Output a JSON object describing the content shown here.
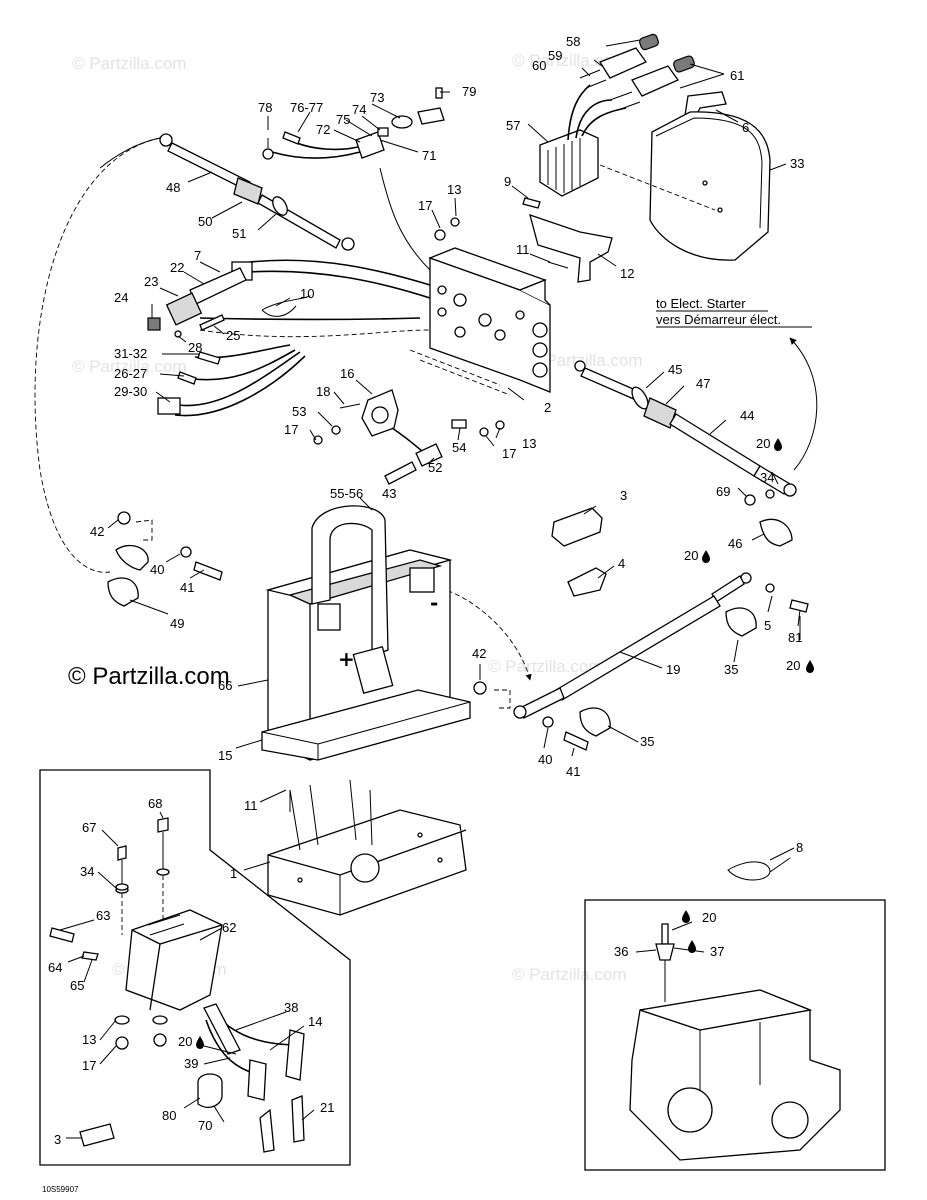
{
  "watermark": {
    "text": "© Partzilla.com",
    "main_text": "© Partzilla.com"
  },
  "notes": {
    "starter_en": "to Elect. Starter",
    "starter_fr": "vers Démarreur élect."
  },
  "symbols": {
    "plus": "+",
    "minus": "-"
  },
  "diagram_code": "10S59907",
  "callouts": [
    "58",
    "59",
    "60",
    "61",
    "79",
    "78",
    "76-77",
    "73",
    "74",
    "75",
    "72",
    "71",
    "6",
    "57",
    "33",
    "9",
    "13",
    "17",
    "48",
    "50",
    "51",
    "11",
    "12",
    "7",
    "22",
    "23",
    "10",
    "24",
    "25",
    "28",
    "31-32",
    "26-27",
    "29-30",
    "16",
    "18",
    "53",
    "17",
    "54",
    "52",
    "13",
    "17",
    "2",
    "45",
    "47",
    "44",
    "20",
    "34",
    "69",
    "46",
    "55-56",
    "43",
    "3",
    "42",
    "40",
    "41",
    "49",
    "4",
    "20",
    "5",
    "81",
    "20",
    "66",
    "19",
    "35",
    "42",
    "40",
    "41",
    "35",
    "15",
    "11",
    "1",
    "68",
    "67",
    "34",
    "63",
    "62",
    "64",
    "65",
    "13",
    "17",
    "38",
    "14",
    "20",
    "39",
    "80",
    "70",
    "21",
    "3",
    "8",
    "20",
    "36",
    "37"
  ],
  "icons": {
    "drop": "oil-drop-icon",
    "battery_plus": "plus-terminal-icon",
    "battery_minus": "minus-terminal-icon"
  }
}
